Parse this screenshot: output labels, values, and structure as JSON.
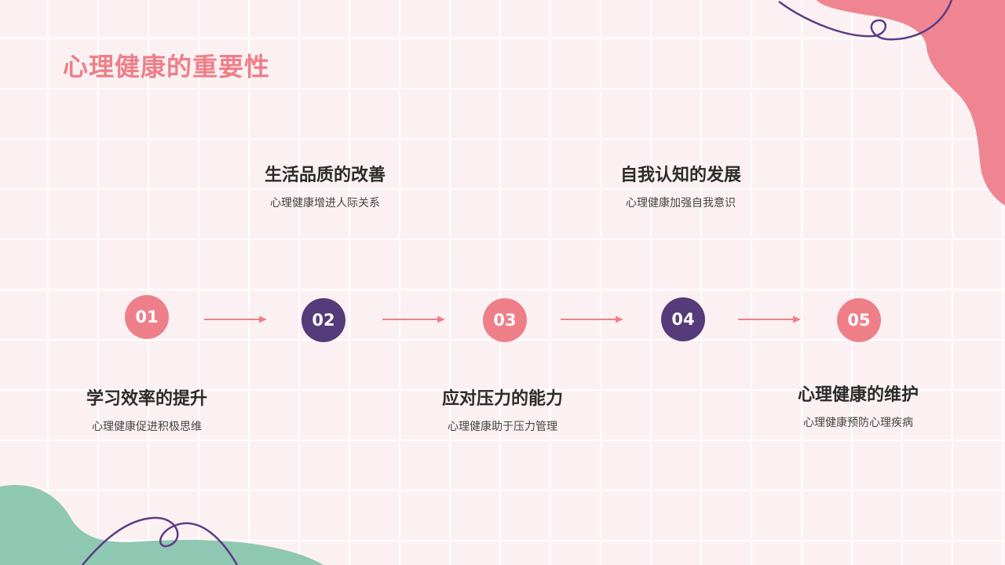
{
  "page": {
    "title": "心理健康的重要性"
  },
  "colors": {
    "pink": "#ee7f89",
    "purple": "#553b7a",
    "green": "#8fc8b2",
    "background": "#fcf1f2",
    "arrow": "#ee7f89"
  },
  "steps": [
    {
      "number": "01",
      "heading": "学习效率的提升",
      "desc": "心理健康促进积极思维"
    },
    {
      "number": "02",
      "heading": "生活品质的改善",
      "desc": "心理健康增进人际关系"
    },
    {
      "number": "03",
      "heading": "应对压力的能力",
      "desc": "心理健康助于压力管理"
    },
    {
      "number": "04",
      "heading": "自我认知的发展",
      "desc": "心理健康加强自我意识"
    },
    {
      "number": "05",
      "heading": "心理健康的维护",
      "desc": "心理健康预防心理疾病"
    }
  ]
}
